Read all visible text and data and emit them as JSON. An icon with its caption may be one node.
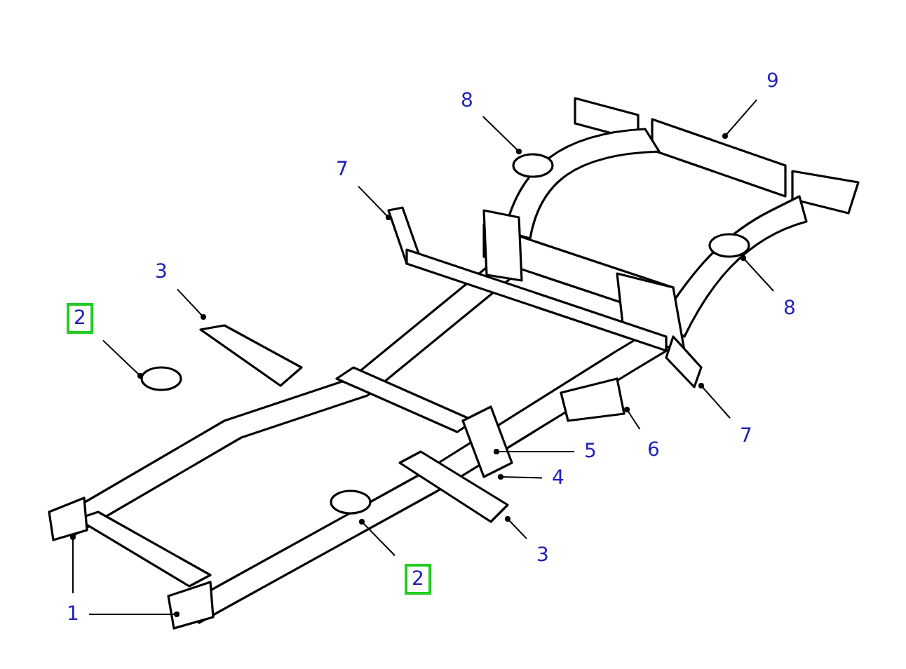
{
  "diagram": {
    "nodes": [
      {
        "text": [
          "9"
        ]
      },
      {
        "text": [
          "8"
        ]
      },
      {
        "text": [
          "7"
        ]
      },
      {
        "text": [
          "3"
        ]
      },
      {
        "text": [
          "2"
        ]
      },
      {
        "text": [
          "8"
        ]
      },
      {
        "text": [
          "5"
        ]
      },
      {
        "text": [
          "6"
        ]
      },
      {
        "text": [
          "7"
        ]
      },
      {
        "text": [
          "4"
        ]
      },
      {
        "text": [
          "3"
        ]
      },
      {
        "text": [
          "2"
        ]
      },
      {
        "text": [
          "1"
        ]
      }
    ],
    "edges": [
      {
        "from": 0,
        "to": null,
        "arrow": "other"
      },
      {
        "from": 1,
        "to": null,
        "arrow": "other"
      },
      {
        "from": 2,
        "to": null,
        "arrow": "other"
      },
      {
        "from": 3,
        "to": null,
        "arrow": "other"
      },
      {
        "from": 4,
        "to": null,
        "arrow": "other"
      },
      {
        "from": 5,
        "to": null,
        "arrow": "other"
      },
      {
        "from": 6,
        "to": null,
        "arrow": "other"
      },
      {
        "from": 7,
        "to": null,
        "arrow": "other"
      },
      {
        "from": 8,
        "to": null,
        "arrow": "other"
      },
      {
        "from": 9,
        "to": null,
        "arrow": "other"
      },
      {
        "from": 10,
        "to": null,
        "arrow": "other"
      },
      {
        "from": 11,
        "to": null,
        "arrow": "other"
      },
      {
        "from": 12,
        "to": null,
        "arrow": "other"
      },
      {
        "from": 12,
        "to": null,
        "arrow": "other"
      }
    ]
  }
}
